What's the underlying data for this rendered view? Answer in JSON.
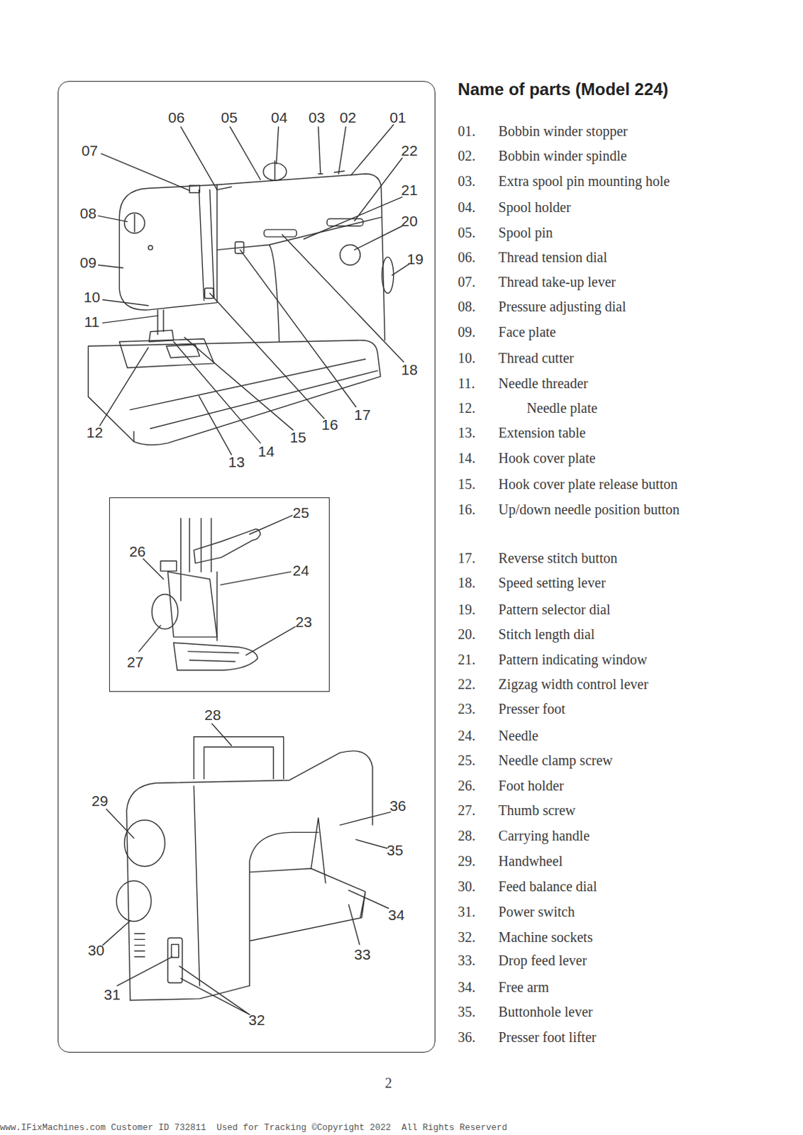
{
  "diagram": {
    "title": "Name of parts (Model 224)",
    "nodes": [
      {
        "text": [
          "07",
          "06",
          "05",
          "04",
          "03",
          "02",
          "01",
          "22",
          "21",
          "08",
          "20",
          "09",
          "19",
          "10",
          "11",
          "18",
          "12",
          "17",
          "16",
          "15",
          "14",
          "13",
          "28",
          "29",
          "36",
          "35",
          "34",
          "33",
          "30",
          "31",
          "32"
        ]
      },
      {
        "text": [
          "25",
          "26",
          "24",
          "23",
          "27"
        ],
        "in": 0
      }
    ],
    "labels": [
      "01.",
      "Bobbin winder stopper",
      "02.",
      "Bobbin winder spindle",
      "03.",
      "Extra spool pin mounting hole",
      "04.",
      "Spool holder",
      "05.",
      "Spool pin",
      "06.",
      "Thread tension dial",
      "07.",
      "Thread take-up lever",
      "08.",
      "Pressure adjusting dial",
      "09.",
      "Face plate",
      "10.",
      "Thread cutter",
      "11.",
      "Needle threader",
      "12.",
      "Needle plate",
      "13.",
      "Extension table",
      "14.",
      "Hook cover plate",
      "15.",
      "Hook cover plate release button",
      "16.",
      "Up/down needle position button",
      "17.",
      "Reverse stitch button",
      "18.",
      "Speed setting lever",
      "19.",
      "Pattern selector dial",
      "20.",
      "Stitch length dial",
      "21.",
      "Pattern indicating window",
      "22.",
      "Zigzag width control lever",
      "23.",
      "Presser foot",
      "24.",
      "Needle",
      "25.",
      "Needle clamp screw",
      "26.",
      "Foot holder",
      "27.",
      "Thumb screw",
      "28.",
      "Carrying handle",
      "29.",
      "Handwheel",
      "30.",
      "Feed balance dial",
      "31.",
      "Power switch",
      "32.",
      "Machine sockets",
      "33.",
      "Drop feed lever",
      "34.",
      "Free arm",
      "35.",
      "Buttonhole lever",
      "36.",
      "Presser foot lifter",
      "2",
      "www.IFixMachines.com Customer ID 732811  Used for Tracking ©Copyright 2022  All Rights Reserverd"
    ]
  }
}
